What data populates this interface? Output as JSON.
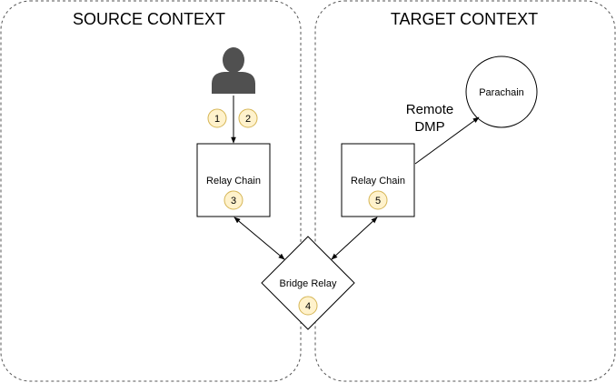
{
  "contexts": {
    "source": {
      "title": "SOURCE CONTEXT"
    },
    "target": {
      "title": "TARGET CONTEXT"
    }
  },
  "nodes": {
    "source_relay": {
      "label": "Relay Chain",
      "step": "3"
    },
    "target_relay": {
      "label": "Relay Chain",
      "step": "5"
    },
    "bridge": {
      "label": "Bridge Relay",
      "step": "4"
    },
    "parachain": {
      "label": "Parachain"
    }
  },
  "user": {
    "icon": "user-icon",
    "steps": [
      "1",
      "2"
    ]
  },
  "edges": {
    "remote_dmp": {
      "line1": "Remote",
      "line2": "DMP"
    }
  },
  "colors": {
    "badge_fill": "#fff2cc",
    "badge_stroke": "#d6b656",
    "user_icon": "#505050",
    "stroke": "#000000",
    "dashed_border": "#555555"
  }
}
